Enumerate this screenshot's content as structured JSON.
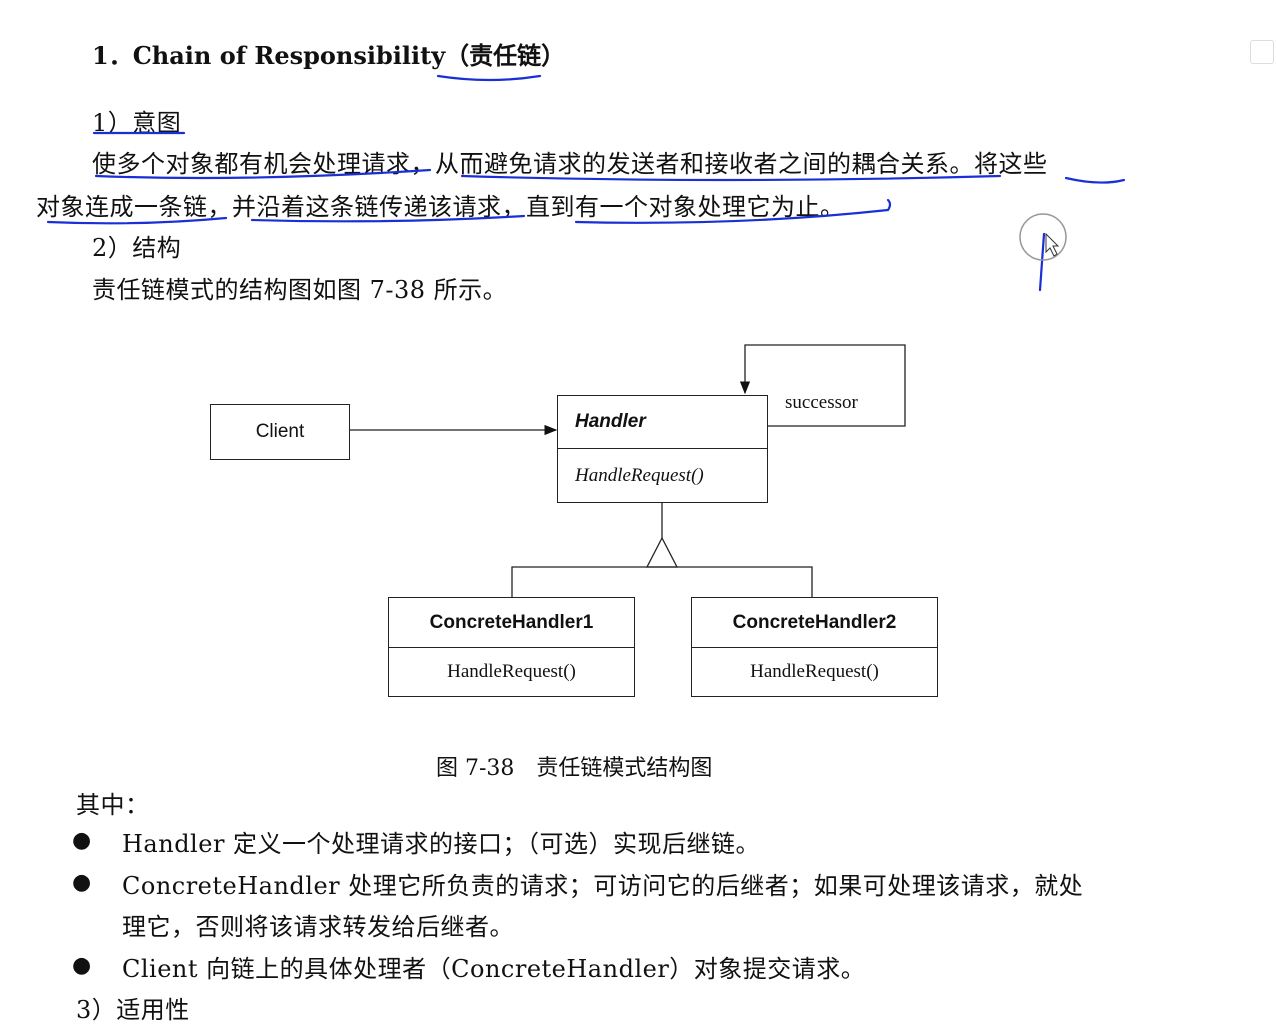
{
  "document": {
    "heading": "1．Chain of Responsibility（责任链）",
    "intent_title": "1）意图",
    "intent_line1": "使多个对象都有机会处理请求，从而避免请求的发送者和接收者之间的耦合关系。将这些",
    "intent_line2": "对象连成一条链，并沿着这条链传递该请求，直到有一个对象处理它为止。",
    "structure_title": "2）结构",
    "structure_text": "责任链模式的结构图如图 7-38 所示。",
    "figure_caption": "图 7-38　责任链模式结构图",
    "among_label": "其中：",
    "bullets": [
      "Handler 定义一个处理请求的接口；（可选）实现后继链。",
      "ConcreteHandler 处理它所负责的请求；可访问它的后继者；如果可处理该请求，就处",
      "理它，否则将该请求转发给后继者。",
      "Client 向链上的具体处理者（ConcreteHandler）对象提交请求。"
    ],
    "bullet_symbol": "●",
    "applicability_title": "3）适用性"
  },
  "diagram": {
    "client_label": "Client",
    "handler_name": "Handler",
    "handler_method": "HandleRequest()",
    "successor_label": "successor",
    "concrete1_name": "ConcreteHandler1",
    "concrete1_method": "HandleRequest()",
    "concrete2_name": "ConcreteHandler2",
    "concrete2_method": "HandleRequest()"
  },
  "annotations": {
    "pen_color": "#1a2fd6"
  }
}
